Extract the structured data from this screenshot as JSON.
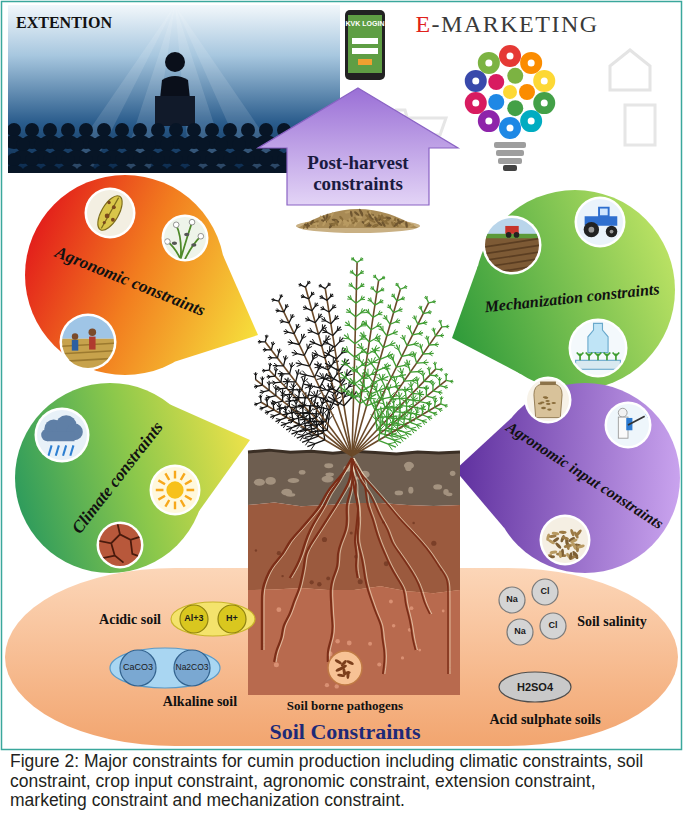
{
  "diagram": {
    "caption": "Figure 2: Major constraints for cumin production including climatic constraints, soil constraint, crop input constraint, agronomic constraint, extension constraint, marketing constraint and mechanization constraint.",
    "nodes": [
      {
        "text": [
          "EXTENTION"
        ]
      },
      {
        "text": [
          "E-MARKETING"
        ]
      },
      {
        "text": [
          "Post-harvest constraints"
        ]
      },
      {
        "text": [
          "Agronomic constraints"
        ]
      },
      {
        "text": [
          "Mechanization constraints"
        ]
      },
      {
        "text": [
          "Climate constraints"
        ]
      },
      {
        "text": [
          "Agronomic input constraints"
        ]
      },
      {
        "text": [
          "Soil Constraints"
        ]
      },
      {
        "text": [
          "Acidic soil"
        ],
        "in": 7
      },
      {
        "text": [
          "Al+3"
        ],
        "in": 8
      },
      {
        "text": [
          "H+"
        ],
        "in": 8
      },
      {
        "text": [
          "Alkaline soil"
        ],
        "in": 7
      },
      {
        "text": [
          "CaCO3"
        ],
        "in": 11
      },
      {
        "text": [
          "Na2CO3"
        ],
        "in": 11
      },
      {
        "text": [
          "Na"
        ],
        "in": 7
      },
      {
        "text": [
          "Cl"
        ],
        "in": 7
      },
      {
        "text": [
          "Na"
        ],
        "in": 7
      },
      {
        "text": [
          "Cl"
        ],
        "in": 7
      },
      {
        "text": [
          "H2SO4"
        ],
        "in": 7
      }
    ],
    "labels": [
      "KVK LOGIN",
      "Soil salinity",
      "Acid sulphate soils",
      "Soil borne pathogens"
    ]
  }
}
